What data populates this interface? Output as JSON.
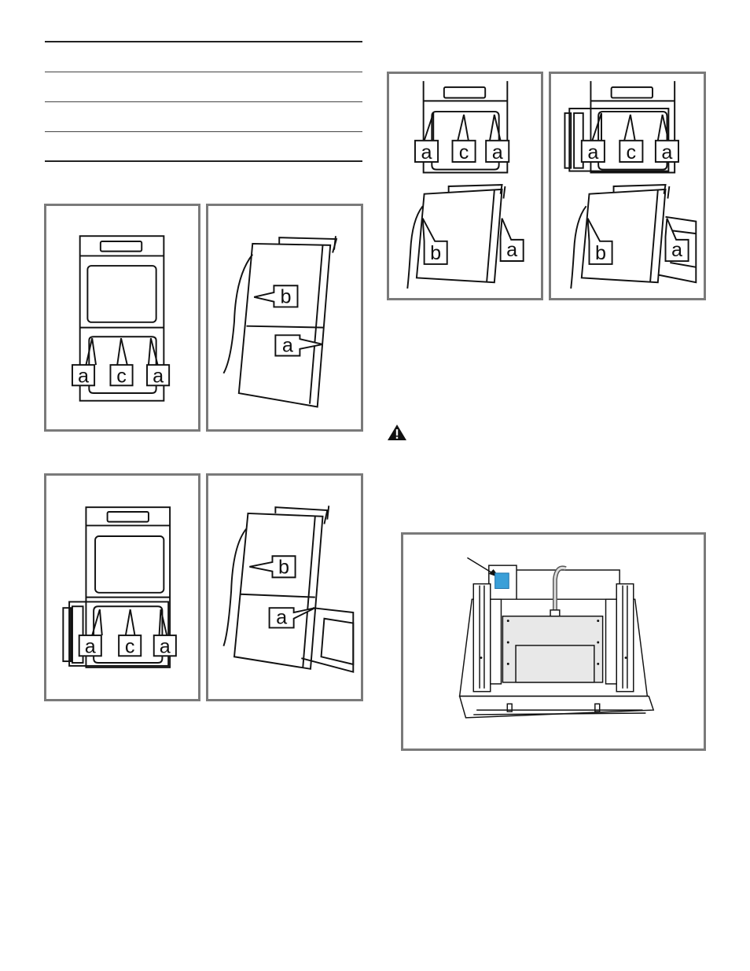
{
  "figures": {
    "fig1a": {
      "labels": [
        "a",
        "c",
        "a"
      ]
    },
    "fig1b": {
      "labels": [
        "b",
        "a"
      ]
    },
    "fig2a": {
      "labels": [
        "a",
        "c",
        "a"
      ]
    },
    "fig2b": {
      "labels": [
        "b",
        "a"
      ]
    },
    "fig3a": {
      "labels": [
        "a",
        "c",
        "a",
        "b",
        "a"
      ]
    },
    "fig3b": {
      "labels": [
        "a",
        "c",
        "a",
        "b",
        "a"
      ]
    },
    "fig4": {
      "labels": []
    }
  },
  "warning": {
    "icon": "warning-triangle-icon"
  },
  "colors": {
    "border": "#7a7a7a",
    "line": "#111111",
    "panel": "#e8e8e8",
    "tag": "#3a9fd8"
  }
}
